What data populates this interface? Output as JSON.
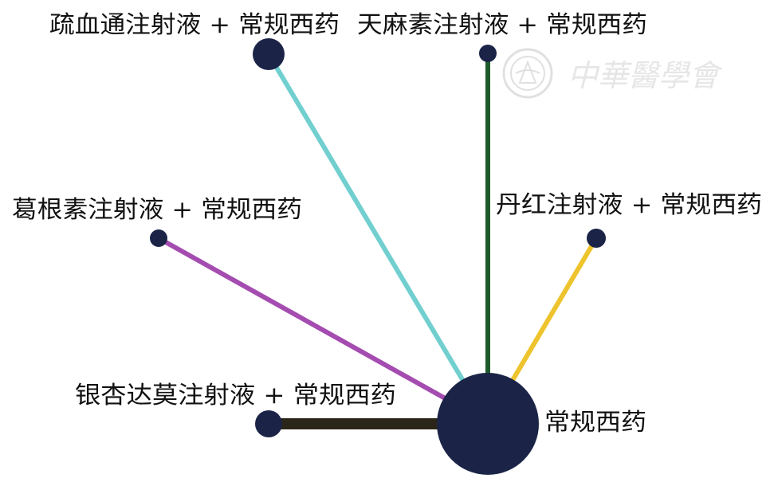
{
  "network": {
    "center": {
      "label": "常规西药",
      "color": "#1b2447"
    },
    "nodes": [
      {
        "id": "shuxuetong",
        "label": "疏血通注射液 + 常规西药",
        "edge_color": "#72cfcf",
        "node_color": "#1b2447"
      },
      {
        "id": "tianmasu",
        "label": "天麻素注射液 + 常规西药",
        "edge_color": "#1e5b2c",
        "node_color": "#1b2447"
      },
      {
        "id": "gegensu",
        "label": "葛根素注射液 + 常规西药",
        "edge_color": "#a44cb0",
        "node_color": "#1b2447"
      },
      {
        "id": "danhong",
        "label": "丹红注射液 + 常规西药",
        "edge_color": "#eec42e",
        "node_color": "#1b2447"
      },
      {
        "id": "yinxingdamo",
        "label": "银杏达莫注射液 + 常规西药",
        "edge_color": "#2b2418",
        "node_color": "#1b2447"
      }
    ]
  },
  "watermark": {
    "text": "中華醫學會",
    "emblem_icon": "society-seal-icon"
  }
}
